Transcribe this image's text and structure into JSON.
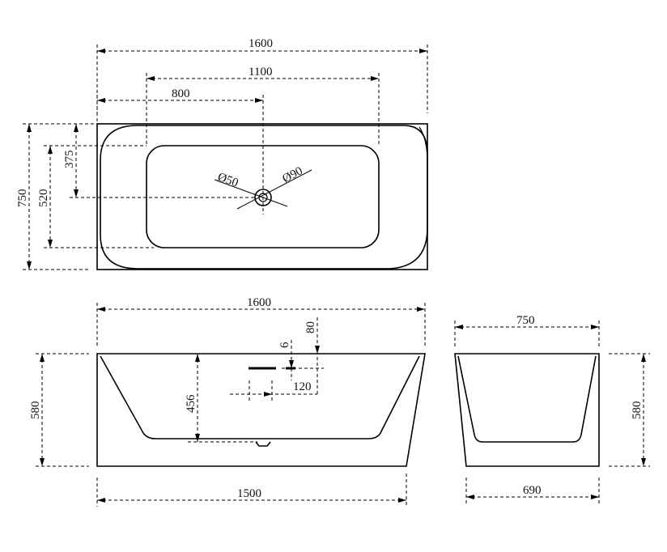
{
  "top_view": {
    "overall_length": "1600",
    "drain_to_end": "1100",
    "drain_position": "800",
    "overall_width": "750",
    "inner_width": "520",
    "drain_offset": "375",
    "drain_diameter": "Ø50",
    "overflow_diameter": "Ø90"
  },
  "front_view": {
    "top_length": "1600",
    "base_length": "1500",
    "height": "580",
    "inner_depth": "456",
    "overflow_height": "80",
    "overflow_gap": "6",
    "overflow_width": "120"
  },
  "side_view": {
    "top_width": "750",
    "base_width": "690",
    "height": "580"
  },
  "colors": {
    "line": "#000000",
    "background": "#ffffff"
  }
}
